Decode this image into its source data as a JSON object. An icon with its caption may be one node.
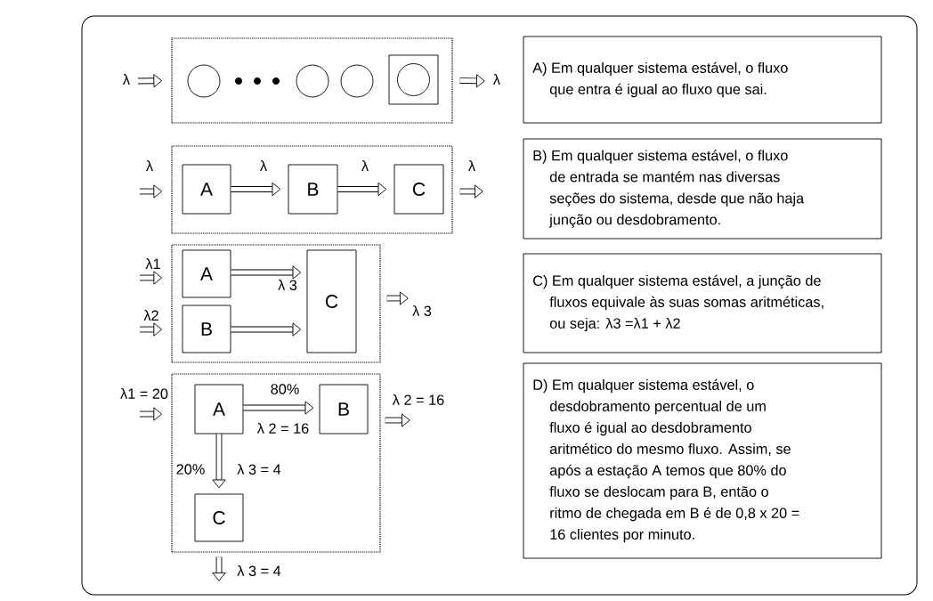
{
  "diagram": {
    "nodes": [
      {
        "text": [],
        "shape": "box"
      },
      {
        "text": [],
        "shape": "circle",
        "in": 0
      },
      {
        "text": [],
        "shape": "circle",
        "in": 0
      },
      {
        "text": [],
        "shape": "circle",
        "in": 0
      },
      {
        "text": [],
        "shape": "box",
        "in": 0
      },
      {
        "text": [],
        "shape": "circle",
        "in": 4
      },
      {
        "text": [
          "A) Em qualquer sistema estável, o fluxo que entra é igual ao fluxo que sai."
        ]
      },
      {
        "text": [],
        "shape": "box"
      },
      {
        "text": [
          "A"
        ],
        "in": 7
      },
      {
        "text": [
          "B"
        ],
        "in": 7
      },
      {
        "text": [
          "C"
        ],
        "in": 7
      },
      {
        "text": [
          "B) Em qualquer sistema estável, o fluxo de entrada se mantém nas diversas seções do sistema, desde que não haja junção ou desdobramento."
        ]
      },
      {
        "text": [],
        "shape": "box"
      },
      {
        "text": [
          "A"
        ],
        "in": 12
      },
      {
        "text": [
          "B"
        ],
        "in": 12
      },
      {
        "text": [
          "C"
        ],
        "in": 12
      },
      {
        "text": [
          "C) Em qualquer sistema estável, a junção de fluxos equivale às suas somas aritméticas, ou seja: λ3 =λ1 + λ2"
        ]
      },
      {
        "text": [],
        "shape": "box"
      },
      {
        "text": [
          "A"
        ],
        "in": 17
      },
      {
        "text": [
          "B"
        ],
        "in": 17
      },
      {
        "text": [
          "C"
        ],
        "in": 17
      },
      {
        "text": [
          "D) Em qualquer sistema estável, o desdobramento percentual de um fluxo é igual ao desdobramento aritmético do mesmo fluxo. Assim, se após a estação A temos que 80% do fluxo se deslocam para B, então o ritmo de chegada em B é de 0,8 x 20 = 16 clientes por minuto."
        ]
      }
    ],
    "edges": [
      {
        "from": null,
        "to": 0,
        "arrow": "to",
        "label": "λ"
      },
      {
        "from": 0,
        "to": null,
        "arrow": "to",
        "label": "λ"
      },
      {
        "from": null,
        "to": 7,
        "arrow": "to",
        "label": "λ"
      },
      {
        "from": 8,
        "to": 9,
        "arrow": "to",
        "label": "λ"
      },
      {
        "from": 9,
        "to": 10,
        "arrow": "to",
        "label": "λ"
      },
      {
        "from": 7,
        "to": null,
        "arrow": "to",
        "label": "λ"
      },
      {
        "from": null,
        "to": 12,
        "arrow": "to",
        "label": "λ1"
      },
      {
        "from": null,
        "to": 12,
        "arrow": "to",
        "label": "λ2"
      },
      {
        "from": 13,
        "to": 15,
        "arrow": "to",
        "label": "λ 3"
      },
      {
        "from": 14,
        "to": 15,
        "arrow": "to"
      },
      {
        "from": 12,
        "to": null,
        "arrow": "to",
        "label": "λ 3"
      },
      {
        "from": null,
        "to": 17,
        "arrow": "to",
        "label": "λ1 = 20"
      },
      {
        "from": 18,
        "to": 19,
        "arrow": "to",
        "label": "80%"
      },
      {
        "from": 18,
        "to": 20,
        "arrow": "to",
        "label": "20%"
      },
      {
        "from": 17,
        "to": null,
        "arrow": "to",
        "label": "λ 2 = 16"
      },
      {
        "from": 17,
        "to": null,
        "arrow": "to",
        "label": "λ 3 = 4"
      }
    ],
    "labels": [
      "λ 2 = 16",
      "λ 3 = 4"
    ]
  }
}
